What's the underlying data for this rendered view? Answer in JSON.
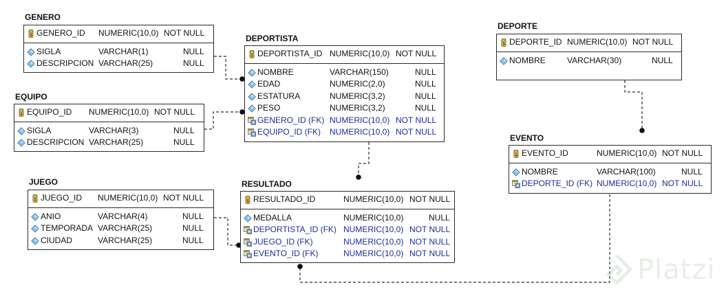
{
  "tables": {
    "genero": {
      "name": "GENERO",
      "pk": {
        "name": "GENERO_ID",
        "type": "NUMERIC(10,0)",
        "null": "NOT NULL",
        "icon": "primary-key-icon"
      },
      "columns": [
        {
          "name": "SIGLA",
          "type": "VARCHAR(1)",
          "null": "NULL",
          "icon": "column-diamond-icon"
        },
        {
          "name": "DESCRIPCION",
          "type": "VARCHAR(25)",
          "null": "NULL",
          "icon": "column-diamond-icon"
        }
      ]
    },
    "equipo": {
      "name": "EQUIPO",
      "pk": {
        "name": "EQUIPO_ID",
        "type": "NUMERIC(10,0)",
        "null": "NOT NULL",
        "icon": "primary-key-icon"
      },
      "columns": [
        {
          "name": "SIGLA",
          "type": "VARCHAR(3)",
          "null": "NULL",
          "icon": "column-diamond-icon"
        },
        {
          "name": "DESCRIPCION",
          "type": "VARCHAR(25)",
          "null": "NULL",
          "icon": "column-diamond-icon"
        }
      ]
    },
    "juego": {
      "name": "JUEGO",
      "pk": {
        "name": "JUEGO_ID",
        "type": "NUMERIC(10,0)",
        "null": "NOT NULL",
        "icon": "primary-key-icon"
      },
      "columns": [
        {
          "name": "ANIO",
          "type": "VARCHAR(4)",
          "null": "NULL",
          "icon": "column-diamond-icon"
        },
        {
          "name": "TEMPORADA",
          "type": "VARCHAR(25)",
          "null": "NULL",
          "icon": "column-diamond-icon"
        },
        {
          "name": "CIUDAD",
          "type": "VARCHAR(25)",
          "null": "NULL",
          "icon": "column-diamond-icon"
        }
      ]
    },
    "deportista": {
      "name": "DEPORTISTA",
      "pk": {
        "name": "DEPORTISTA_ID",
        "type": "NUMERIC(10,0)",
        "null": "NOT NULL",
        "icon": "primary-key-icon"
      },
      "columns": [
        {
          "name": "NOMBRE",
          "type": "VARCHAR(150)",
          "null": "NULL",
          "icon": "column-diamond-icon"
        },
        {
          "name": "EDAD",
          "type": "NUMERIC(2,0)",
          "null": "NULL",
          "icon": "column-diamond-icon"
        },
        {
          "name": "ESTATURA",
          "type": "NUMERIC(3,2)",
          "null": "NULL",
          "icon": "column-diamond-icon"
        },
        {
          "name": "PESO",
          "type": "NUMERIC(3,2)",
          "null": "NULL",
          "icon": "column-diamond-icon"
        },
        {
          "name": "GENERO_ID (FK)",
          "type": "NUMERIC(10,0)",
          "null": "NOT NULL",
          "icon": "foreign-key-icon",
          "fk": true
        },
        {
          "name": "EQUIPO_ID (FK)",
          "type": "NUMERIC(10,0)",
          "null": "NOT NULL",
          "icon": "foreign-key-icon",
          "fk": true
        }
      ]
    },
    "resultado": {
      "name": "RESULTADO",
      "pk": {
        "name": "RESULTADO_ID",
        "type": "NUMERIC(10,0)",
        "null": "NOT NULL",
        "icon": "primary-key-icon"
      },
      "columns": [
        {
          "name": "MEDALLA",
          "type": "NUMERIC(10,0)",
          "null": "NULL",
          "icon": "column-diamond-icon"
        },
        {
          "name": "DEPORTISTA_ID (FK)",
          "type": "NUMERIC(10,0)",
          "null": "NOT NULL",
          "icon": "foreign-key-icon",
          "fk": true
        },
        {
          "name": "JUEGO_ID (FK)",
          "type": "NUMERIC(10,0)",
          "null": "NOT NULL",
          "icon": "foreign-key-icon",
          "fk": true
        },
        {
          "name": "EVENTO_ID (FK)",
          "type": "NUMERIC(10,0)",
          "null": "NOT NULL",
          "icon": "foreign-key-icon",
          "fk": true
        }
      ]
    },
    "deporte": {
      "name": "DEPORTE",
      "pk": {
        "name": "DEPORTE_ID",
        "type": "NUMERIC(10,0)",
        "null": "NOT NULL",
        "icon": "primary-key-icon"
      },
      "columns": [
        {
          "name": "NOMBRE",
          "type": "VARCHAR(30)",
          "null": "NULL",
          "icon": "column-diamond-icon"
        }
      ]
    },
    "evento": {
      "name": "EVENTO",
      "pk": {
        "name": "EVENTO_ID",
        "type": "NUMERIC(10,0)",
        "null": "NOT NULL",
        "icon": "primary-key-icon"
      },
      "columns": [
        {
          "name": "NOMBRE",
          "type": "VARCHAR(100)",
          "null": "NULL",
          "icon": "column-diamond-icon"
        },
        {
          "name": "DEPORTE_ID (FK)",
          "type": "NUMERIC(10,0)",
          "null": "NOT NULL",
          "icon": "foreign-key-icon",
          "fk": true
        }
      ]
    }
  },
  "relationships": [
    {
      "from": "GENERO",
      "to": "DEPORTISTA"
    },
    {
      "from": "EQUIPO",
      "to": "DEPORTISTA"
    },
    {
      "from": "DEPORTISTA",
      "to": "RESULTADO"
    },
    {
      "from": "JUEGO",
      "to": "RESULTADO"
    },
    {
      "from": "DEPORTE",
      "to": "EVENTO"
    },
    {
      "from": "EVENTO",
      "to": "RESULTADO"
    }
  ],
  "watermark": {
    "text": "Platzi",
    "icon": "platzi-logo-icon"
  },
  "colors": {
    "fk_text": "#1f2a96",
    "line": "#2a2a2a",
    "key_gold": "#c9a227",
    "diamond_blue": "#5b9bd5"
  }
}
